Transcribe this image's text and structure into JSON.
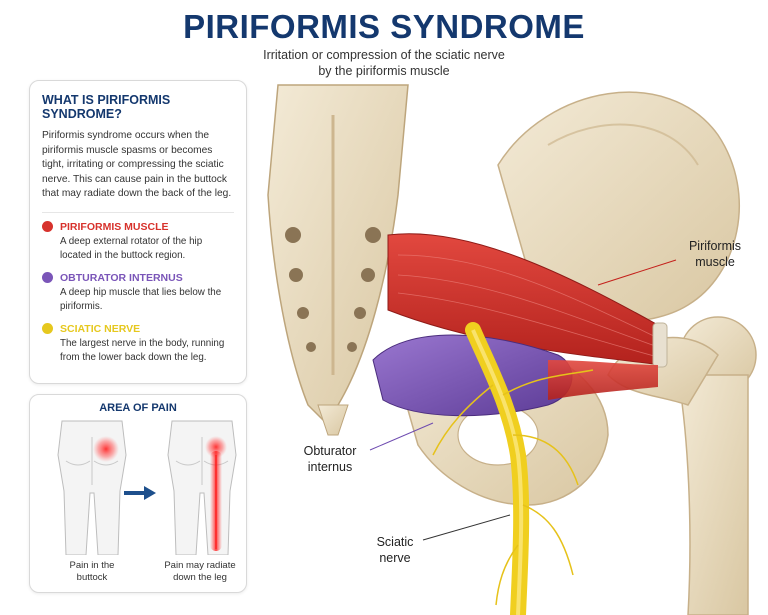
{
  "title": "PIRIFORMIS SYNDROME",
  "subtitle": {
    "line1": "Irritation or compression of the sciatic nerve",
    "line2": "by the piriformis muscle"
  },
  "info": {
    "heading": "WHAT IS PIRIFORMIS SYNDROME?",
    "body": "Piriformis syndrome occurs when the piriformis muscle spasms or becomes tight, irritating or compressing the sciatic nerve. This can cause pain in the buttock that may radiate down the back of the leg.",
    "items": [
      {
        "title": "PIRIFORMIS MUSCLE",
        "color": "#d7322c",
        "desc": "A deep external rotator of the hip located in the buttock region."
      },
      {
        "title": "OBTURATOR INTERNUS",
        "color": "#7a55b8",
        "desc": "A deep hip muscle that lies below the piriformis."
      },
      {
        "title": "SCIATIC NERVE",
        "color": "#e6c81e",
        "desc": "The largest nerve in the body, running from the lower back down the leg."
      }
    ]
  },
  "pain": {
    "heading": "AREA OF PAIN",
    "caption_left": {
      "line1": "Pain in the",
      "line2": "buttock"
    },
    "caption_right": {
      "line1": "Pain may radiate",
      "line2": "down the leg"
    }
  },
  "labels": {
    "piriformis": {
      "line1": "Piriformis",
      "line2": "muscle"
    },
    "obturator": {
      "line1": "Obturator",
      "line2": "internus"
    },
    "sciatic": {
      "line1": "Sciatic",
      "line2": "nerve"
    }
  },
  "colors": {
    "title": "#14386e",
    "piriformis": "#d7322c",
    "obturator": "#7a55b8",
    "nerve": "#f0cf1f",
    "bone": "#e9dcc2",
    "arrow": "#1d4f8c"
  }
}
